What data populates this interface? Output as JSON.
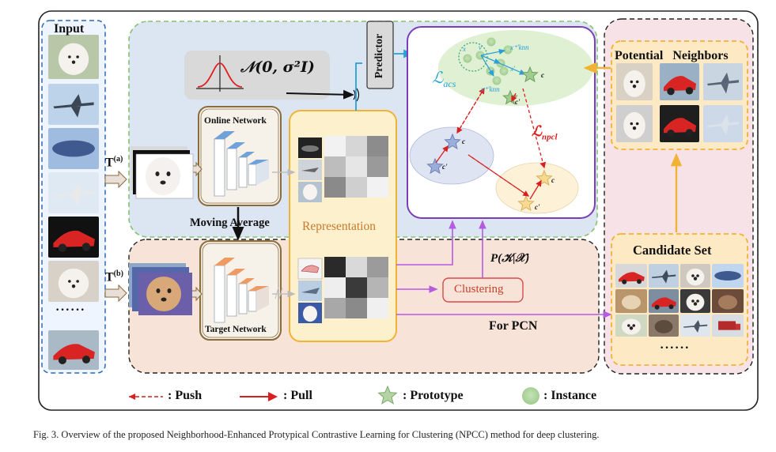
{
  "input": {
    "title": "Input",
    "ellipsis": "······"
  },
  "transforms": {
    "a": "T",
    "a_sup": "(a)",
    "b": "T",
    "b_sup": "(b)"
  },
  "noise": {
    "formula": "𝒩(0, σ²I)"
  },
  "online_network": {
    "label": "Online Network"
  },
  "target_network": {
    "label": "Target Network"
  },
  "moving_average": {
    "label": "Moving Average"
  },
  "predictor": {
    "label": "Predictor"
  },
  "representation": {
    "label": "Representation"
  },
  "clustering": {
    "label": "Clustering"
  },
  "posterior": {
    "label": "P(𝒦|𝒳)"
  },
  "for_pcn": {
    "label": "For PCN"
  },
  "loss_acs": {
    "symbol": "ℒ",
    "sub": "acs"
  },
  "loss_npcl": {
    "symbol": "ℒ",
    "sub": "npcl"
  },
  "embedding": {
    "x": "x",
    "v": "v",
    "xknn_a": "x⁺'knn",
    "xknn_b": "x⁺'knn",
    "xprime": "x'",
    "c": "c",
    "cprime": "c'"
  },
  "potential_neighbors": {
    "title": "Potential   Neighbors"
  },
  "candidate_set": {
    "title": "Candidate Set",
    "ellipsis": "······"
  },
  "legend": {
    "push": ": Push",
    "pull": ": Pull",
    "prototype": ": Prototype",
    "instance": ": Instance"
  },
  "caption": "Fig. 3.  Overview of the proposed Neighborhood-Enhanced Protypical Contrastive Learning for Clustering (NPCC) method for deep clustering.",
  "colors": {
    "online_bg": "#dbe4f1",
    "target_bg": "#f8e3d9",
    "repr_bg": "#fdf0cc",
    "candidate_bg": "#f7e2e6",
    "pn_bg": "#fde9c4",
    "accent_purple": "#a64dd6",
    "accent_orange": "#f2b233",
    "accent_blue": "#2aa0d8",
    "accent_red": "#d92020"
  }
}
